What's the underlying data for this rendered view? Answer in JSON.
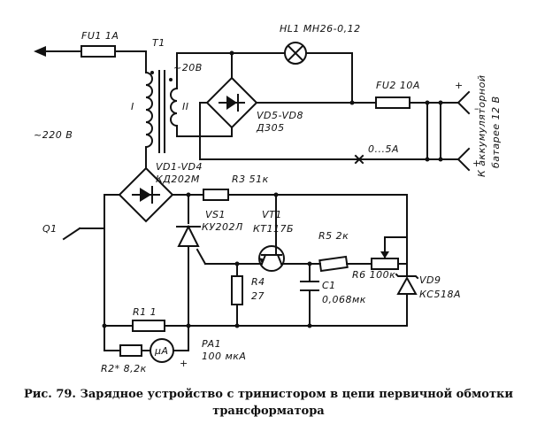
{
  "diagram": {
    "labels": {
      "fu1": "FU1 1A",
      "t1": "T1",
      "v20": "~20В",
      "wind1": "I",
      "wind2": "II",
      "hl1": "HL1 МН26-0,12",
      "fu2": "FU2 10А",
      "v220": "~220 В",
      "vd5": "VD5-VD8",
      "d305": "Д305",
      "range": "0...5А",
      "battery1": "К аккумуляторной",
      "battery2": "батарее 12 В",
      "plus_top": "+",
      "minus": "–",
      "plus_bat": "+",
      "vd1": "VD1-VD4",
      "kd202": "КД202М",
      "r3": "R3 51к",
      "vs1": "VS1",
      "ku202": "КУ202Л",
      "vt1": "VT1",
      "kt117": "КТ117Б",
      "r5": "R5 2к",
      "r6": "R6 100к",
      "q1": "Q1",
      "r4": "R4",
      "r4v": "27",
      "c1": "C1",
      "c1v": "0,068мк",
      "vd9": "VD9",
      "ks518": "КС518А",
      "r1": "R1 1",
      "pa1": "PA1",
      "pa1v": "100 мкА",
      "r2": "R2* 8,2к",
      "ua": "μA",
      "plus_pa": "+"
    }
  },
  "caption": {
    "line1": "Рис. 79. Зарядное устройство с тринистором в цепи первичной обмотки",
    "line2": "трансформатора"
  }
}
